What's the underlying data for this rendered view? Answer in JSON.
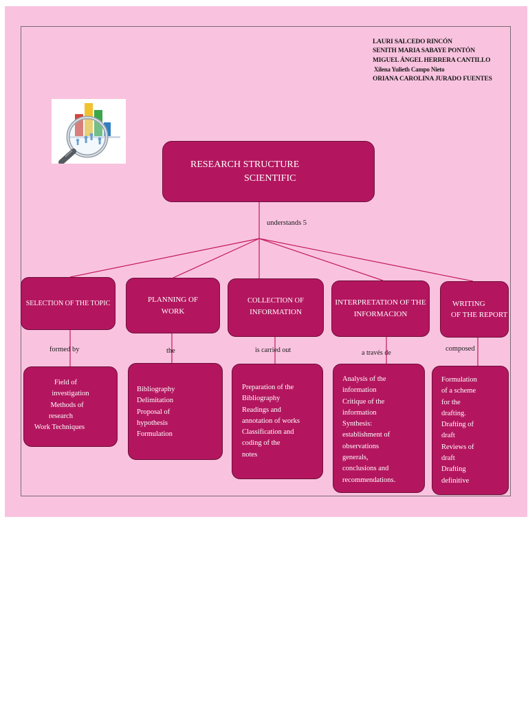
{
  "authors": [
    "LAURI SALCEDO RINCÓN",
    "SENITH MARIA SABAYE PONTÓN",
    "MIGUEL ÁNGEL HERRERA CANTILLO",
    "Xilena Yulieth Campo Nieto",
    "ORIANA CAROLINA JURADO FUENTES"
  ],
  "main": {
    "line1": "RESEARCH STRUCTURE",
    "line2": "SCIENTIFIC"
  },
  "main_connector": "understands 5",
  "categories": [
    {
      "line1": "SELECTION OF THE TOPIC",
      "line2": ""
    },
    {
      "line1": "PLANNING OF",
      "line2": "WORK"
    },
    {
      "line1": "COLLECTION OF",
      "line2": "INFORMATION"
    },
    {
      "line1": "INTERPRETATION OF THE",
      "line2": "INFORMACION"
    },
    {
      "line1": "WRITING",
      "line2": "OF THE REPORT"
    }
  ],
  "connectors": [
    "formed by",
    "the",
    "is carried out",
    "a través de",
    "composed"
  ],
  "details": [
    [
      "Field of",
      "investigation",
      "Methods of",
      "research",
      "Work Techniques"
    ],
    [
      "Bibliography",
      "Delimitation",
      "Proposal of",
      "hypothesis",
      "Formulation"
    ],
    [
      "Preparation of the",
      "Bibliography",
      "Readings and",
      "annotation of works",
      "Classification and",
      "coding of the",
      "notes"
    ],
    [
      "Analysis of the",
      "information",
      "Critique of the",
      "information",
      "Synthesis:",
      "establishment of",
      "observations",
      "generals,",
      "conclusions and",
      "recommendations."
    ],
    [
      "Formulation",
      "of a scheme",
      "for the",
      "drafting.",
      "Drafting of",
      "draft",
      "Reviews of",
      "draft",
      "Drafting",
      "definitive"
    ]
  ],
  "colors": {
    "page_background": "#f9c3df",
    "box_fill": "#b3165f",
    "box_border": "#6d0e3a",
    "connector_line": "#c2185b"
  },
  "logo_icon": "magnifying-glass-over-bar-chart-and-people-icon"
}
